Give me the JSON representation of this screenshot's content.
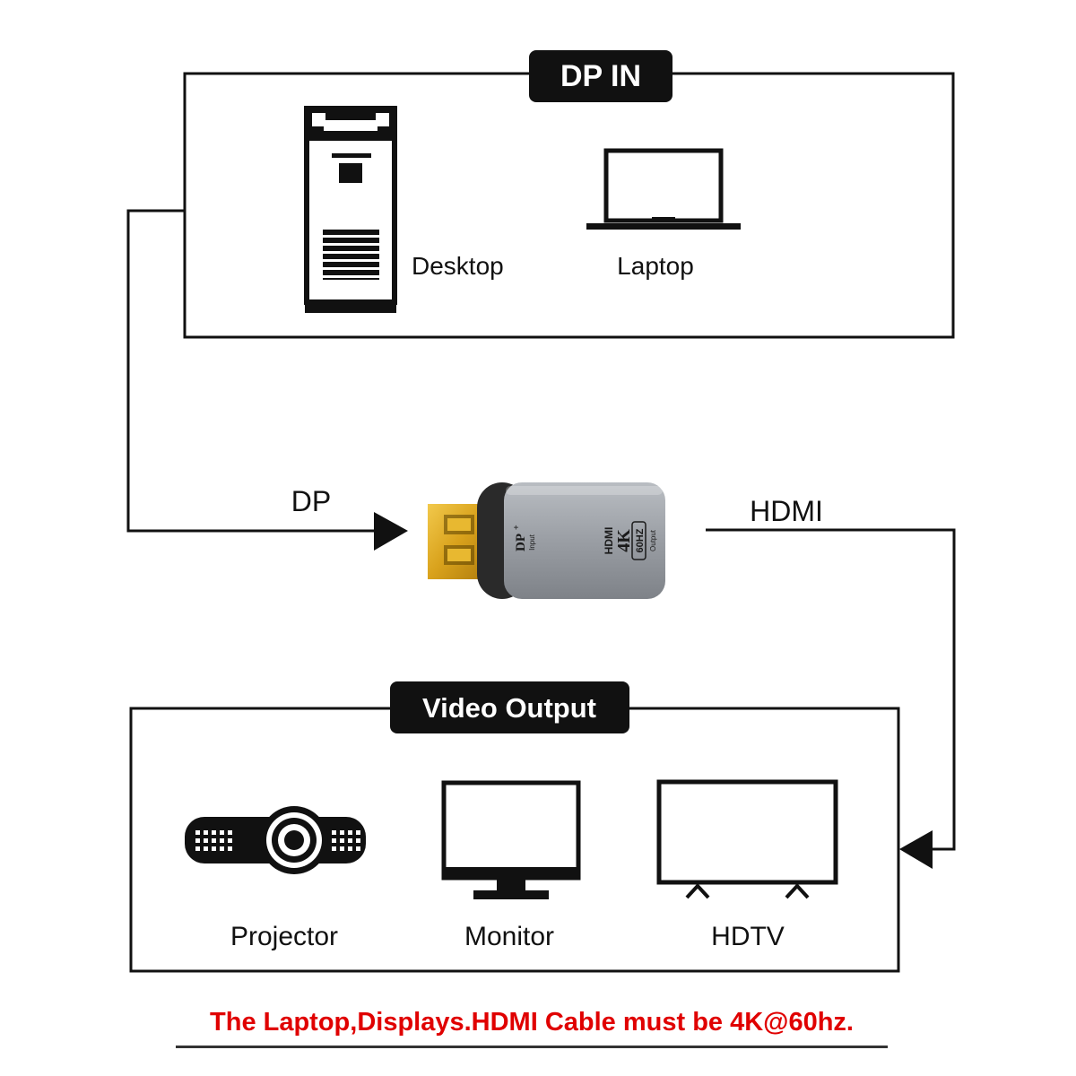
{
  "colors": {
    "line": "#111111",
    "tab_bg": "#111111",
    "tab_text": "#ffffff",
    "caption": "#e00000",
    "adapter_body": "#9a9ea4",
    "adapter_plug": "#d9a21c"
  },
  "input_group": {
    "title": "DP IN",
    "devices": [
      {
        "label": "Desktop",
        "icon": "desktop-tower-icon"
      },
      {
        "label": "Laptop",
        "icon": "laptop-icon"
      }
    ]
  },
  "adapter": {
    "input_label": "DP",
    "output_label": "HDMI",
    "print": {
      "dp": "DP",
      "dp_sup": "+",
      "input": "Input",
      "hdmi": "HDMI",
      "res": "4K",
      "rate": "60HZ",
      "output": "Output"
    }
  },
  "output_group": {
    "title": "Video Output",
    "devices": [
      {
        "label": "Projector",
        "icon": "projector-icon"
      },
      {
        "label": "Monitor",
        "icon": "monitor-icon"
      },
      {
        "label": "HDTV",
        "icon": "tv-icon"
      }
    ]
  },
  "caption": "The Laptop,Displays.HDMI Cable must be 4K@60hz."
}
